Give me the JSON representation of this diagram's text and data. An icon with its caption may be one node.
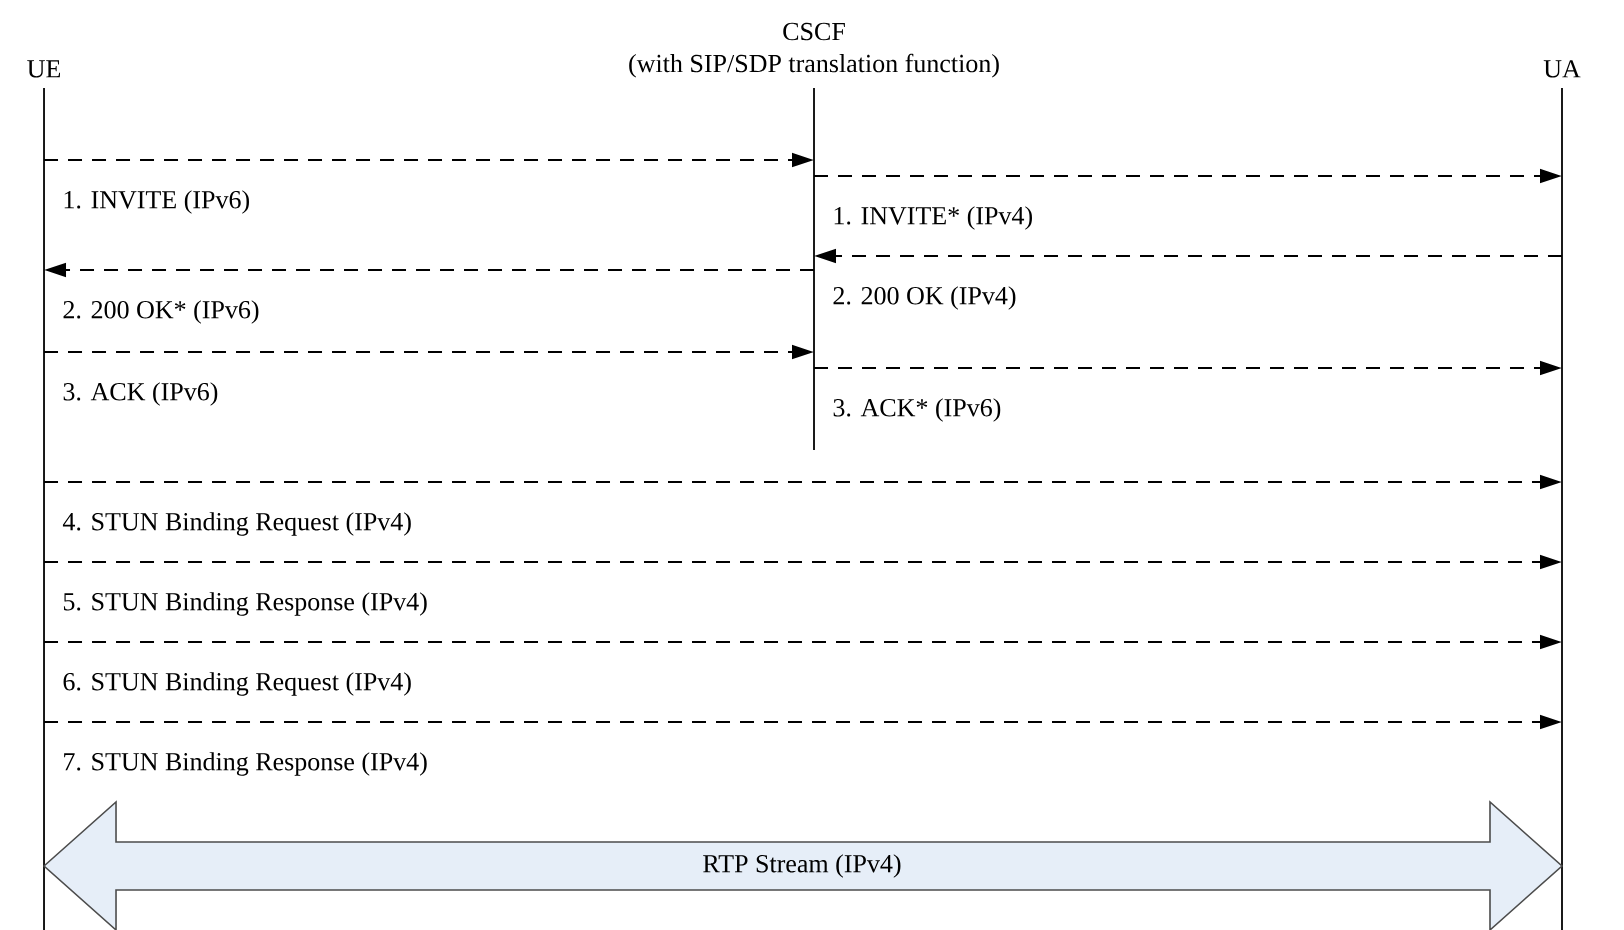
{
  "diagram": {
    "nodes": [
      {
        "text": [
          "UE"
        ]
      },
      {
        "text": [
          "CSCF",
          "(with SIP/SDP translation function)"
        ]
      },
      {
        "text": [
          "UA"
        ]
      }
    ],
    "edges": [
      {
        "from": 0,
        "to": 1,
        "arrow": "to",
        "style": "dashed",
        "label": "1. INVITE (IPv6)"
      },
      {
        "from": 1,
        "to": 2,
        "arrow": "to",
        "style": "dashed",
        "label": "1. INVITE* (IPv4)"
      },
      {
        "from": 2,
        "to": 1,
        "arrow": "to",
        "style": "dashed",
        "label": "2. 200 OK (IPv4)"
      },
      {
        "from": 1,
        "to": 0,
        "arrow": "to",
        "style": "dashed",
        "label": "2. 200 OK* (IPv6)"
      },
      {
        "from": 0,
        "to": 1,
        "arrow": "to",
        "style": "dashed",
        "label": "3. ACK (IPv6)"
      },
      {
        "from": 1,
        "to": 2,
        "arrow": "to",
        "style": "dashed",
        "label": "3. ACK* (IPv6)"
      },
      {
        "from": 0,
        "to": 2,
        "arrow": "to",
        "style": "dashed",
        "label": "4. STUN Binding Request (IPv4)"
      },
      {
        "from": 0,
        "to": 2,
        "arrow": "to",
        "style": "dashed",
        "label": "5. STUN Binding Response (IPv4)"
      },
      {
        "from": 0,
        "to": 2,
        "arrow": "to",
        "style": "dashed",
        "label": "6. STUN Binding Request (IPv4)"
      },
      {
        "from": 0,
        "to": 2,
        "arrow": "to",
        "style": "dashed",
        "label": "7. STUN Binding Response (IPv4)"
      },
      {
        "from": 0,
        "to": 2,
        "arrow": "both",
        "style": "thick",
        "color": "#e6eef8",
        "label": "RTP Stream (IPv4)"
      }
    ]
  }
}
